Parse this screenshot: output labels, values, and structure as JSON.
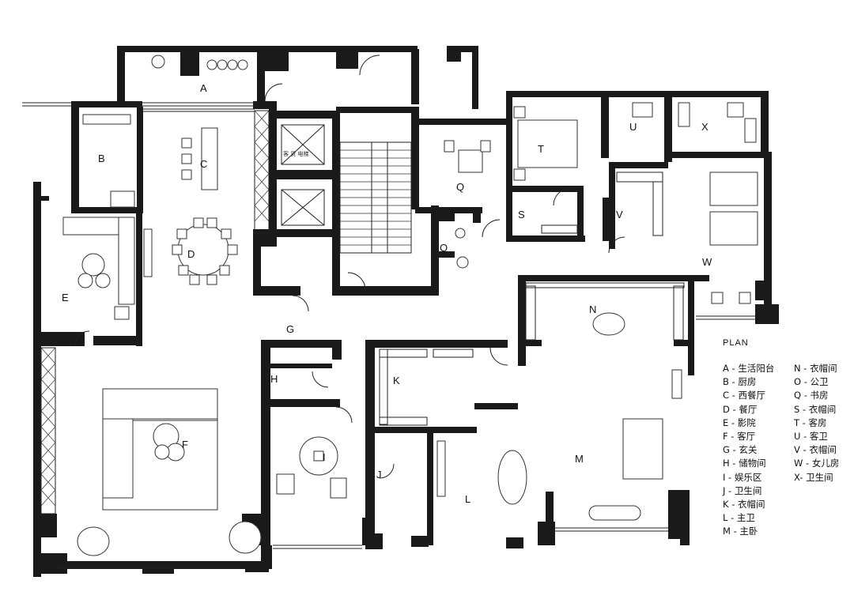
{
  "rooms": {
    "A": "A",
    "B": "B",
    "C": "C",
    "D": "D",
    "E": "E",
    "F": "F",
    "G": "G",
    "H": "H",
    "I": "I",
    "J": "J",
    "K": "K",
    "L": "L",
    "M": "M",
    "N": "N",
    "O": "O",
    "Q": "Q",
    "S": "S",
    "T": "T",
    "U": "U",
    "V": "V",
    "W": "W",
    "X": "X"
  },
  "elevator_label": "客 货 电梯",
  "legend": {
    "title": "PLAN",
    "left": [
      "A - 生活阳台",
      "B - 厨房",
      "C - 西餐厅",
      "D - 餐厅",
      "E - 影院",
      "F - 客厅",
      "G - 玄关",
      "H - 储物间",
      "I - 娱乐区",
      "J - 卫生间",
      "K - 衣帽间",
      "L - 主卫",
      "M - 主卧"
    ],
    "right": [
      "N - 衣帽间",
      "O - 公卫",
      "Q - 书房",
      "S - 衣帽间",
      "T - 客房",
      "U - 客卫",
      "V - 衣帽间",
      "W - 女儿房",
      "X- 卫生间"
    ]
  }
}
